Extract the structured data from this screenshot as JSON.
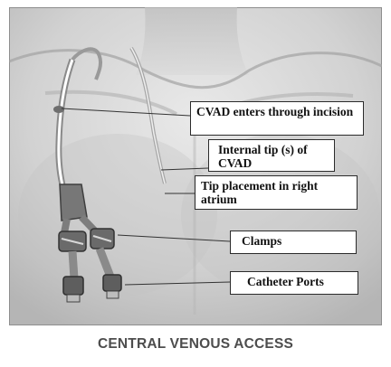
{
  "callouts": {
    "cvad_enters": "CVAD enters through incision",
    "internal_tip": "Internal tip (s) of CVAD",
    "tip_placement": "Tip placement in right atrium",
    "clamps": "Clamps",
    "catheter_ports": "Catheter Ports"
  },
  "caption": "CENTRAL VENOUS ACCESS",
  "colors": {
    "background": "#ffffff",
    "skin_shading": "#c9c9c9",
    "catheter": "#8a8a8a",
    "label_border": "#2b2b2b",
    "caption_text": "#4d4d4d"
  }
}
